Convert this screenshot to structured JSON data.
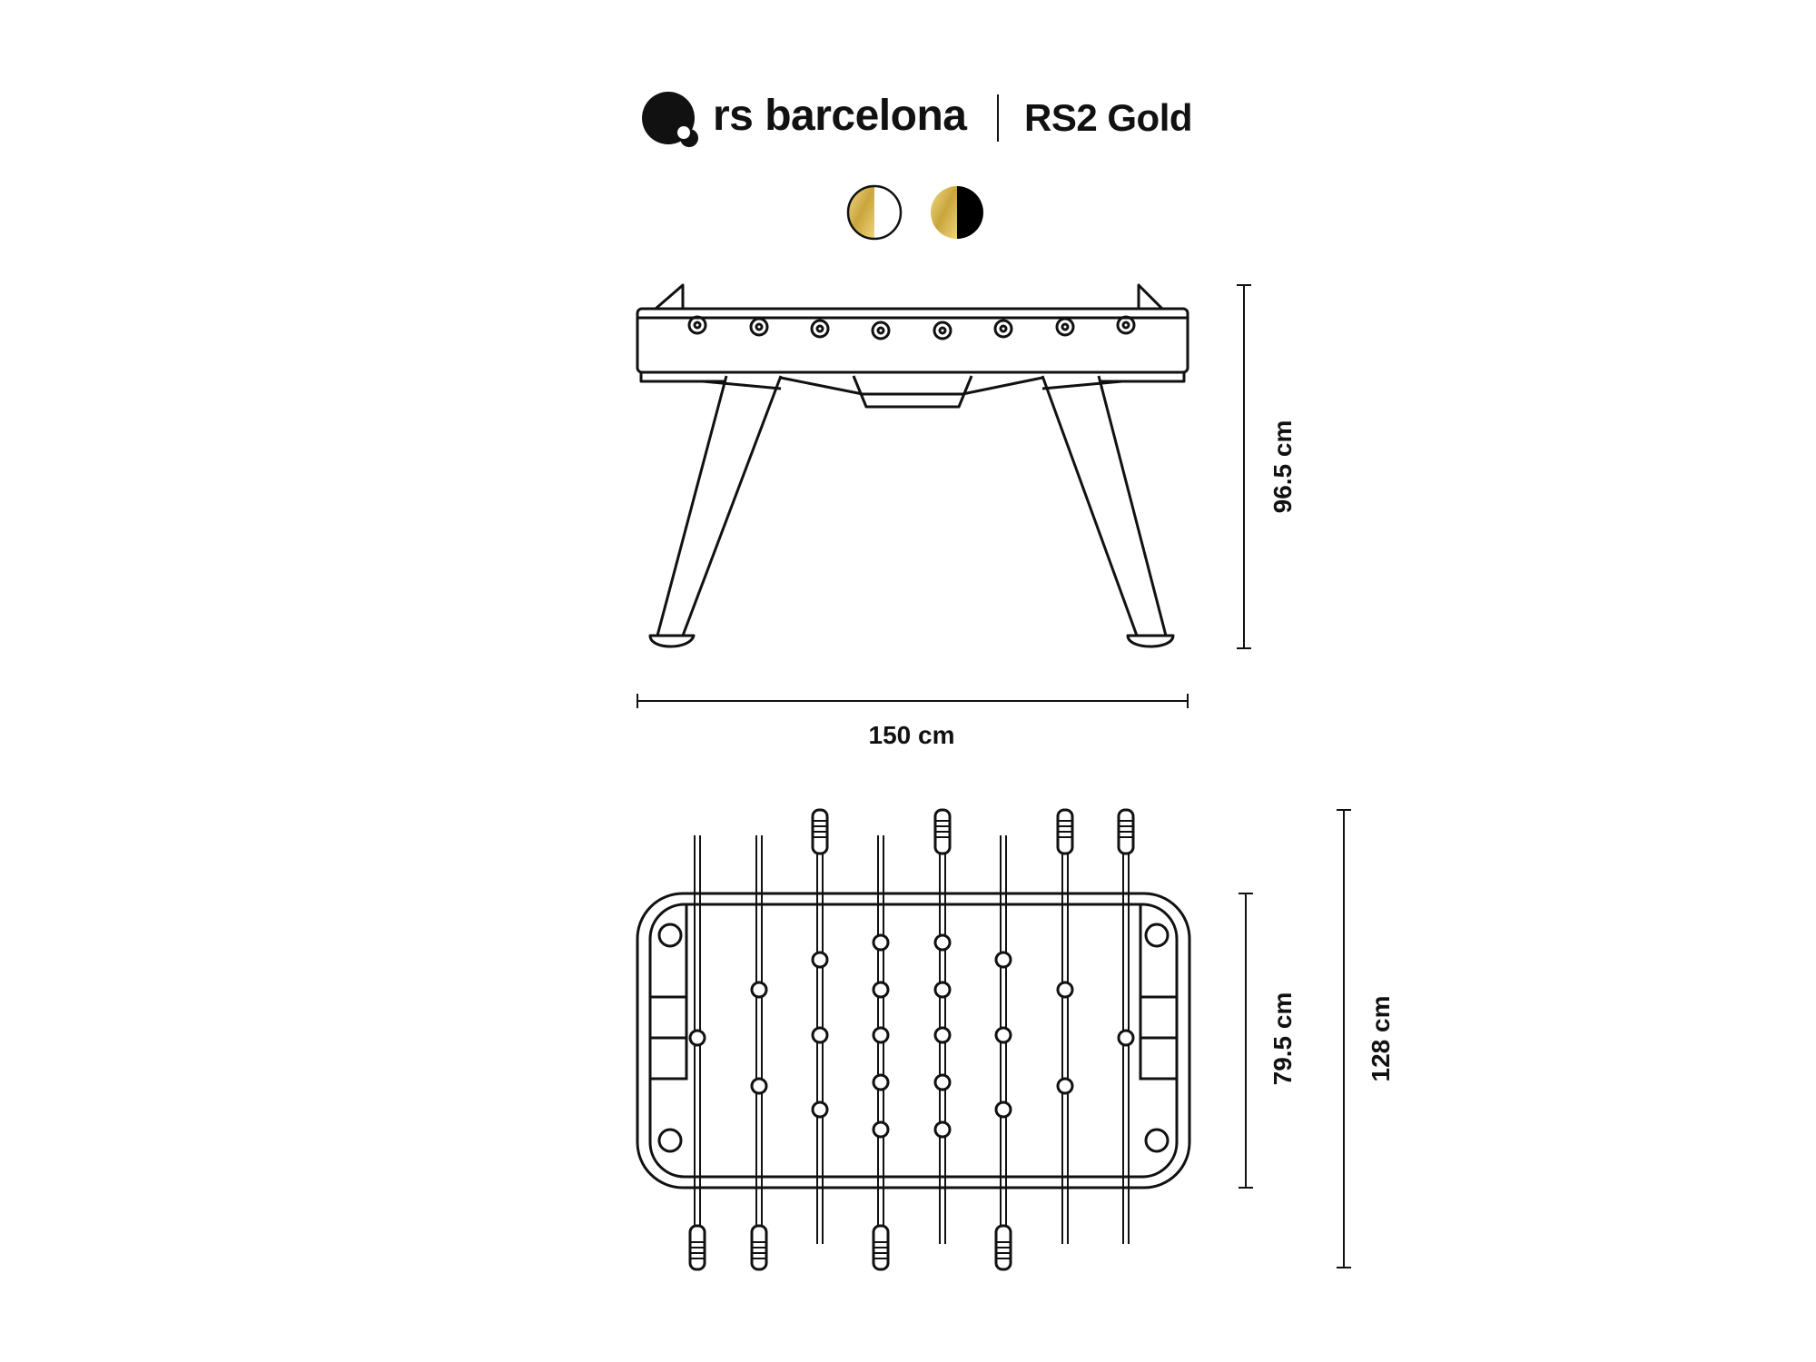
{
  "header": {
    "brand": "rs barcelona",
    "product": "RS2 Gold"
  },
  "finishes": [
    {
      "name": "gold-white-swatch",
      "left": "#d9b95a",
      "right": "#ffffff"
    },
    {
      "name": "gold-black-swatch",
      "left": "#d9b95a",
      "right": "#000000"
    }
  ],
  "colors": {
    "line": "#111111",
    "gold": "#d9b95a",
    "background": "#ffffff"
  },
  "dimensions": {
    "side_height": "96.5 cm",
    "side_width": "150 cm",
    "top_width": "79.5 cm",
    "top_total_width": "128 cm"
  }
}
